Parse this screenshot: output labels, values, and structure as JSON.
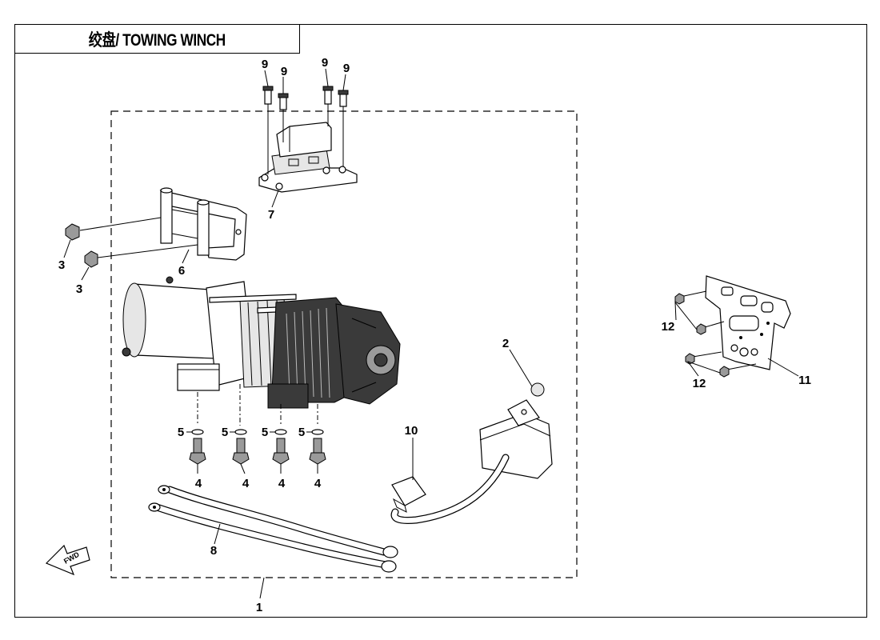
{
  "title": "绞盘/ TOWING WINCH",
  "fwd_label": "FWD",
  "callouts": {
    "c1": "1",
    "c2": "2",
    "c3a": "3",
    "c3b": "3",
    "c4a": "4",
    "c4b": "4",
    "c4c": "4",
    "c4d": "4",
    "c5a": "5",
    "c5b": "5",
    "c5c": "5",
    "c5d": "5",
    "c6": "6",
    "c7": "7",
    "c8": "8",
    "c9a": "9",
    "c9b": "9",
    "c9c": "9",
    "c9d": "9",
    "c10": "10",
    "c11": "11",
    "c12a": "12",
    "c12b": "12"
  }
}
